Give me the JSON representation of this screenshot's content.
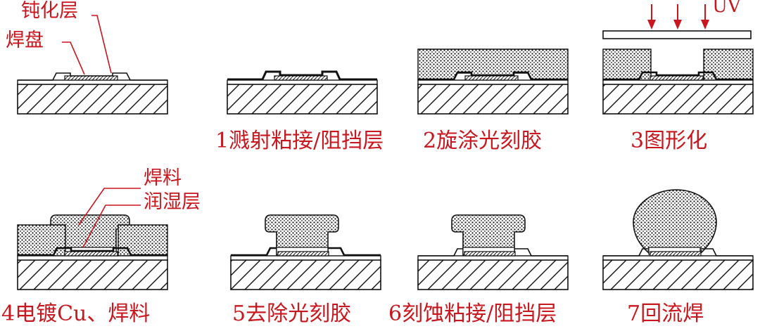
{
  "labels": {
    "passivation": "钝化层",
    "pad": "焊盘",
    "uv": "UV",
    "solder": "焊料",
    "wetting": "润湿层"
  },
  "steps": [
    {
      "caption": "1溅射粘接/阻挡层"
    },
    {
      "caption": "2旋涂光刻胶"
    },
    {
      "caption": "3图形化"
    },
    {
      "caption": "4电镀Cu、焊料"
    },
    {
      "caption": "5去除光刻胶"
    },
    {
      "caption": "6刻蚀粘接/阻挡层"
    },
    {
      "caption": "7回流焊"
    }
  ],
  "colors": {
    "label": "#c8171e",
    "line": "#111111",
    "dots": "#111111"
  }
}
